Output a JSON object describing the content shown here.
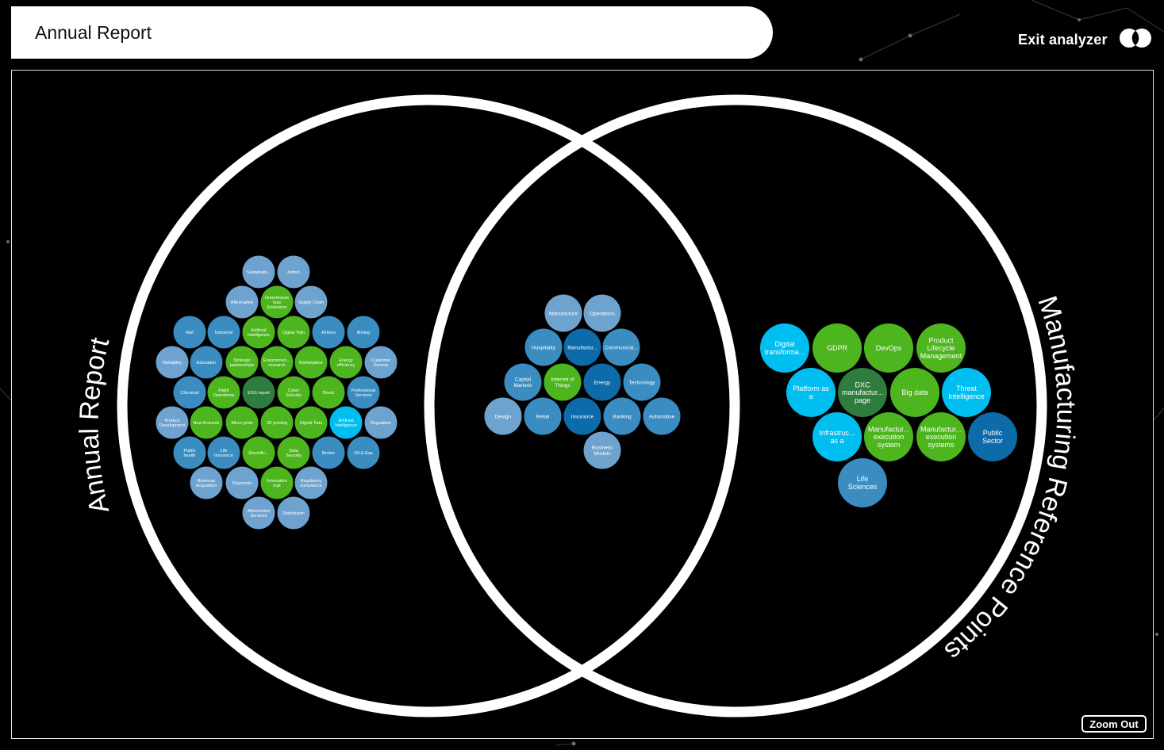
{
  "header": {
    "title": "Annual Report"
  },
  "toolbar": {
    "exit_label": "Exit analyzer",
    "zoom_out_label": "Zoom Out"
  },
  "icons": {
    "exit": "two-circles-icon"
  },
  "colors": {
    "light_blue": "#6FA3CF",
    "mid_blue": "#3B8DC1",
    "dark_blue": "#0D6BAA",
    "green": "#4DB51D",
    "dark_green": "#2E7D3E",
    "cyan": "#00BFF0"
  },
  "venn": {
    "left_set": {
      "label": "Annual Report"
    },
    "right_set": {
      "label": "Manufacturing Reference Points"
    },
    "left_only": [
      {
        "label": "Sustainabi...",
        "color": "light_blue"
      },
      {
        "label": "Admin",
        "color": "light_blue"
      },
      {
        "label": "Aftermarket",
        "color": "light_blue"
      },
      {
        "label": "Greenhouse Gas Emissions",
        "color": "green"
      },
      {
        "label": "Supply Chain",
        "color": "light_blue"
      },
      {
        "label": "Rail",
        "color": "mid_blue"
      },
      {
        "label": "Industrial",
        "color": "mid_blue"
      },
      {
        "label": "Artificial Intelligence",
        "color": "green"
      },
      {
        "label": "Digital Twin",
        "color": "green"
      },
      {
        "label": "Airlines",
        "color": "mid_blue"
      },
      {
        "label": "Mining",
        "color": "mid_blue"
      },
      {
        "label": "Reliability",
        "color": "light_blue"
      },
      {
        "label": "Education",
        "color": "mid_blue"
      },
      {
        "label": "Strategic partnerships",
        "color": "green"
      },
      {
        "label": "Environmen... research",
        "color": "green"
      },
      {
        "label": "Marketplace",
        "color": "green"
      },
      {
        "label": "Energy efficiency",
        "color": "green"
      },
      {
        "label": "Customer Service",
        "color": "light_blue"
      },
      {
        "label": "Chemical",
        "color": "mid_blue"
      },
      {
        "label": "Flight Operations",
        "color": "green"
      },
      {
        "label": "ESG report",
        "color": "dark_green"
      },
      {
        "label": "Cyber Security",
        "color": "green"
      },
      {
        "label": "Brexit",
        "color": "green"
      },
      {
        "label": "Professional Services",
        "color": "mid_blue"
      },
      {
        "label": "Product Development",
        "color": "light_blue"
      },
      {
        "label": "New Entrants",
        "color": "green"
      },
      {
        "label": "Micro-grids",
        "color": "green"
      },
      {
        "label": "3D printing",
        "color": "green"
      },
      {
        "label": "Digital Twin",
        "color": "green"
      },
      {
        "label": "Artificial Intelligence",
        "color": "cyan"
      },
      {
        "label": "Regulation",
        "color": "light_blue"
      },
      {
        "label": "Public health",
        "color": "mid_blue"
      },
      {
        "label": "Life Insurance",
        "color": "mid_blue"
      },
      {
        "label": "Electrific...",
        "color": "green"
      },
      {
        "label": "Data Security",
        "color": "green"
      },
      {
        "label": "Broker",
        "color": "mid_blue"
      },
      {
        "label": "Oil & Gas",
        "color": "mid_blue"
      },
      {
        "label": "Business Acquisition",
        "color": "light_blue"
      },
      {
        "label": "Payments",
        "color": "light_blue"
      },
      {
        "label": "Innovation hub",
        "color": "green"
      },
      {
        "label": "Regulatory compliance",
        "color": "light_blue"
      },
      {
        "label": "Aftermarket Services",
        "color": "light_blue"
      },
      {
        "label": "Distribution",
        "color": "light_blue"
      }
    ],
    "intersection": [
      {
        "label": "Manufacture",
        "color": "light_blue"
      },
      {
        "label": "Operations",
        "color": "light_blue"
      },
      {
        "label": "Hospitality",
        "color": "mid_blue"
      },
      {
        "label": "Manufactur...",
        "color": "dark_blue"
      },
      {
        "label": "Communicat...",
        "color": "mid_blue"
      },
      {
        "label": "Capital Markets",
        "color": "mid_blue"
      },
      {
        "label": "Internet of Things",
        "color": "green"
      },
      {
        "label": "Energy",
        "color": "dark_blue"
      },
      {
        "label": "Technology",
        "color": "mid_blue"
      },
      {
        "label": "Design",
        "color": "light_blue"
      },
      {
        "label": "Retail",
        "color": "mid_blue"
      },
      {
        "label": "Insurance",
        "color": "dark_blue"
      },
      {
        "label": "Banking",
        "color": "mid_blue"
      },
      {
        "label": "Automotive",
        "color": "mid_blue"
      },
      {
        "label": "Business Models",
        "color": "light_blue"
      }
    ],
    "right_only": [
      {
        "label": "Digital transforma...",
        "color": "cyan"
      },
      {
        "label": "GDPR",
        "color": "green"
      },
      {
        "label": "DevOps",
        "color": "green"
      },
      {
        "label": "Product Lifecycle Management",
        "color": "green"
      },
      {
        "label": "Platform as a",
        "color": "cyan"
      },
      {
        "label": "DXC manufactur... page",
        "color": "dark_green"
      },
      {
        "label": "Big data",
        "color": "green"
      },
      {
        "label": "Threat Intelligence",
        "color": "cyan"
      },
      {
        "label": "Infrastruc... as a",
        "color": "cyan"
      },
      {
        "label": "Manufactur... execution system",
        "color": "green"
      },
      {
        "label": "Manufactur... execution systems",
        "color": "green"
      },
      {
        "label": "Public Sector",
        "color": "dark_blue"
      },
      {
        "label": "Life Sciences",
        "color": "mid_blue"
      }
    ]
  }
}
